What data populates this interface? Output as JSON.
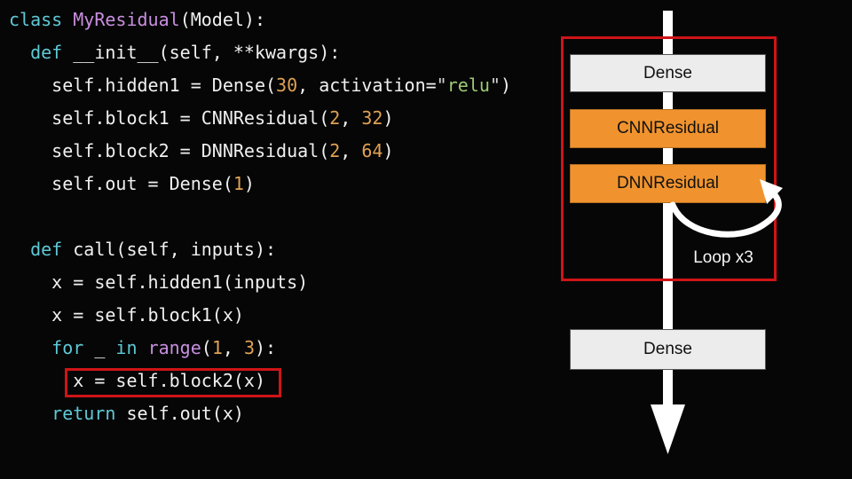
{
  "colors": {
    "background": "#060606",
    "plain": "#f0f0f0",
    "keyword": "#5ec9d6",
    "classname": "#c88fdf",
    "number": "#dfa254",
    "string": "#9cc973",
    "quote": "#d6d6d6",
    "highlight_red": "#cf1418",
    "box_orange": "#f0932e",
    "box_gray": "#ececec",
    "arrow_white": "#ffffff"
  },
  "code": {
    "lines": [
      [
        [
          "k",
          "class"
        ],
        [
          "p",
          " "
        ],
        [
          "c",
          "MyResidual"
        ],
        [
          "p",
          "(Model):"
        ]
      ],
      [
        [
          "p",
          "  "
        ],
        [
          "k",
          "def"
        ],
        [
          "p",
          " __init__(self, **kwargs):"
        ]
      ],
      [
        [
          "p",
          "    self.hidden1 = Dense("
        ],
        [
          "n",
          "30"
        ],
        [
          "p",
          ", activation="
        ],
        [
          "q",
          "\""
        ],
        [
          "s",
          "relu"
        ],
        [
          "q",
          "\""
        ],
        [
          "p",
          ")"
        ]
      ],
      [
        [
          "p",
          "    self.block1 = CNNResidual("
        ],
        [
          "n",
          "2"
        ],
        [
          "p",
          ", "
        ],
        [
          "n",
          "32"
        ],
        [
          "p",
          ")"
        ]
      ],
      [
        [
          "p",
          "    self.block2 = DNNResidual("
        ],
        [
          "n",
          "2"
        ],
        [
          "p",
          ", "
        ],
        [
          "n",
          "64"
        ],
        [
          "p",
          ")"
        ]
      ],
      [
        [
          "p",
          "    self.out = Dense("
        ],
        [
          "n",
          "1"
        ],
        [
          "p",
          ")"
        ]
      ],
      [],
      [
        [
          "p",
          "  "
        ],
        [
          "k",
          "def"
        ],
        [
          "p",
          " call(self, inputs):"
        ]
      ],
      [
        [
          "p",
          "    x = self.hidden1(inputs)"
        ]
      ],
      [
        [
          "p",
          "    x = self.block1(x)"
        ]
      ],
      [
        [
          "p",
          "    "
        ],
        [
          "k",
          "for"
        ],
        [
          "p",
          " _ "
        ],
        [
          "k",
          "in"
        ],
        [
          "p",
          " "
        ],
        [
          "c",
          "range"
        ],
        [
          "p",
          "("
        ],
        [
          "n",
          "1"
        ],
        [
          "p",
          ", "
        ],
        [
          "n",
          "3"
        ],
        [
          "p",
          "):"
        ]
      ],
      [
        [
          "p",
          "      x = self.block2(x)"
        ]
      ],
      [
        [
          "p",
          "    "
        ],
        [
          "k",
          "return"
        ],
        [
          "p",
          " self.out(x)"
        ]
      ]
    ]
  },
  "diagram": {
    "boxes": [
      {
        "label": "Dense",
        "style": "dense"
      },
      {
        "label": "CNNResidual",
        "style": "residual"
      },
      {
        "label": "DNNResidual",
        "style": "residual"
      },
      {
        "label": "Dense",
        "style": "dense"
      }
    ],
    "loop_label": "Loop x3"
  }
}
